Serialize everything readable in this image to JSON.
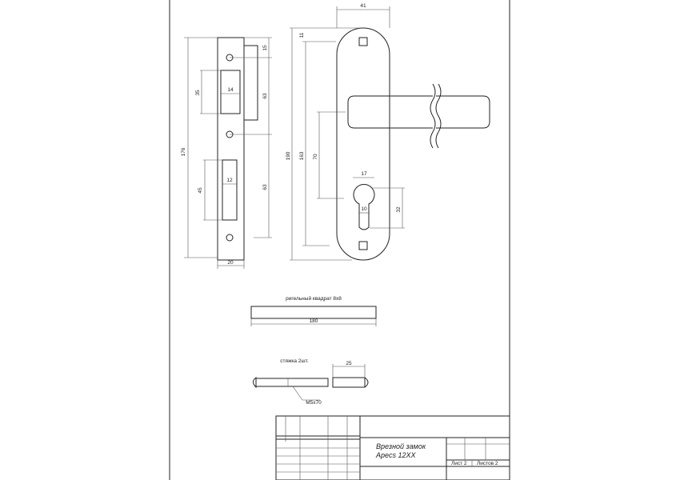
{
  "strike_plate": {
    "dims": {
      "height": "176",
      "width": "20",
      "top_window_h": "35",
      "top_window_w": "14",
      "bottom_window_h": "45",
      "bottom_window_w": "12",
      "top_offset": "15",
      "hole_pitch_1": "63",
      "hole_pitch_2": "63"
    }
  },
  "handle": {
    "dims": {
      "width": "41",
      "height": "190",
      "hole_pitch": "163",
      "top_offset": "11",
      "center_distance": "70",
      "cylinder_width": "17",
      "slot_width": "10",
      "cylinder_height": "32"
    }
  },
  "bar": {
    "label": "ригельный квадрат 8х8",
    "length": "180"
  },
  "screw": {
    "label": "стяжка 2шт.",
    "sleeve_length": "25",
    "thread": "М5х70"
  },
  "title_block": {
    "title_line1": "Врезной замок",
    "title_line2": "Apecs 12XX",
    "sheet": "Лист 2",
    "sheets": "Листов 2"
  }
}
